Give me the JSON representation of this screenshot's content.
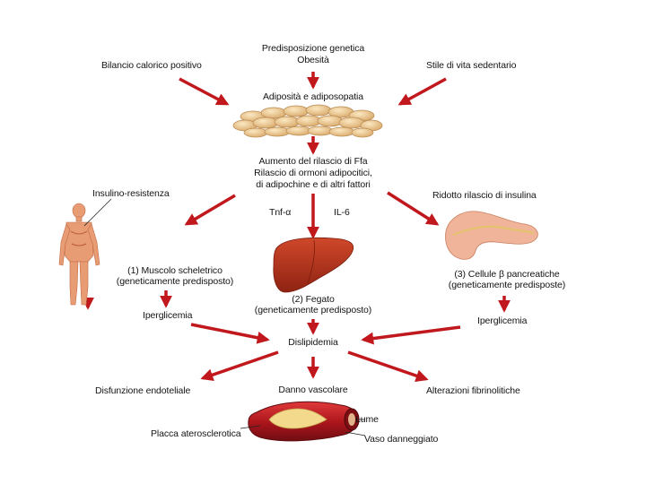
{
  "colors": {
    "arrow": "#c0181d",
    "liver": "#b5331d",
    "pancreas": "#f0b49a",
    "fat": "#ecc995",
    "vessel": "#b81d22",
    "plaque": "#f2d98c"
  },
  "labels": {
    "predisposizione": "Predisposizione genetica",
    "obesita": "Obesità",
    "bilancio": "Bilancio calorico positivo",
    "stile": "Stile di vita sedentario",
    "adiposita": "Adiposità e adiposopatia",
    "aumento_1": "Aumento del rilascio di Ffa",
    "aumento_2": "Rilascio di ormoni adipocitici,",
    "aumento_3": "di adipochine e di altri fattori",
    "insulino": "Insulino-resistenza",
    "ridotto": "Ridotto rilascio di insulina",
    "tnf": "Tnf-α",
    "il6": "IL-6",
    "muscolo_1": "(1) Muscolo scheletrico",
    "muscolo_2": "(geneticamente predisposto)",
    "fegato_1": "(2) Fegato",
    "fegato_2": "(geneticamente predisposto)",
    "cellule_1": "(3) Cellule β pancreatiche",
    "cellule_2": "(geneticamente predisposte)",
    "iperglicemia_left": "Iperglicemia",
    "iperglicemia_right": "Iperglicemia",
    "dislipidemia": "Dislipidemia",
    "disfunzione": "Disfunzione endoteliale",
    "danno": "Danno vascolare",
    "alterazioni": "Alterazioni fibrinolitiche",
    "placca": "Placca aterosclerotica",
    "lume": "Lume",
    "vaso": "Vaso danneggiato"
  }
}
